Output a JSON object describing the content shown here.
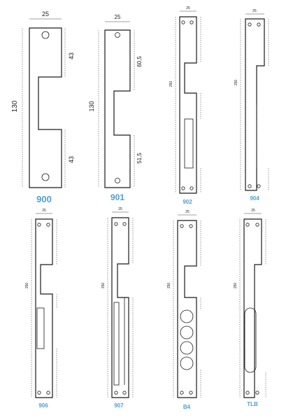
{
  "plates": [
    {
      "code": "900",
      "dims": {
        "top": "25",
        "upper": "43",
        "height": "130",
        "lower": "43"
      }
    },
    {
      "code": "901",
      "dims": {
        "top": "25",
        "upper": "60,5",
        "height": "130",
        "lower": "51,5"
      }
    },
    {
      "code": "902",
      "dims": {
        "top": "25",
        "height": "250"
      }
    },
    {
      "code": "904",
      "dims": {
        "top": "25",
        "height": "250"
      }
    },
    {
      "code": "906",
      "dims": {
        "top": "25",
        "height": "250"
      }
    },
    {
      "code": "907",
      "dims": {
        "top": "25",
        "height": "250"
      }
    },
    {
      "code": "B4",
      "dims": {
        "top": "25",
        "height": "250"
      }
    },
    {
      "code": "TLB",
      "dims": {
        "top": "25",
        "height": "250"
      }
    }
  ]
}
